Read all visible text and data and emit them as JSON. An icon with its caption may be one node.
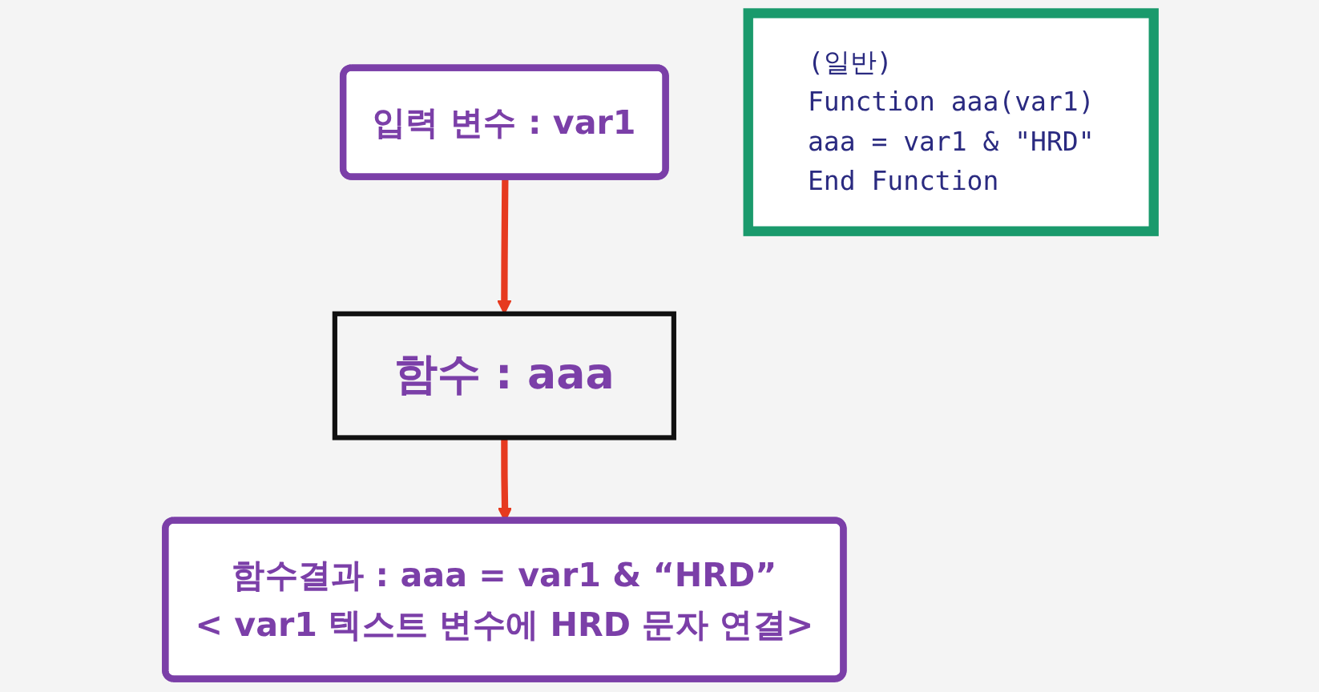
{
  "diagram": {
    "nodes": [
      {
        "text": [
          "입력 변수 : var1"
        ]
      },
      {
        "text": [
          "함수 : aaa"
        ]
      },
      {
        "text": [
          "(일반)",
          "Function aaa(var1)",
          "aaa = var1 & \"HRD\"",
          "End Function"
        ]
      },
      {
        "text": [
          "함수결과 : aaa = var1 & “HRD”",
          "< var1 텍스트 변수에 HRD 문자 연결>"
        ]
      }
    ],
    "edges": [
      {
        "from": 0,
        "to": 1,
        "arrow": "to"
      },
      {
        "from": 1,
        "to": 3,
        "arrow": "to"
      }
    ]
  }
}
